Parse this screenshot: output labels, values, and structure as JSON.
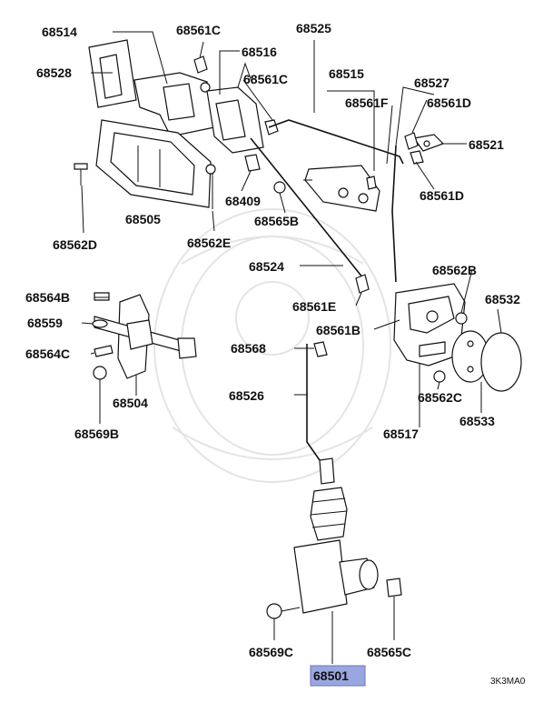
{
  "labels": {
    "p68514": "68514",
    "p68528": "68528",
    "p68561C_a": "68561C",
    "p68516": "68516",
    "p68561C_b": "68561C",
    "p68525": "68525",
    "p68515": "68515",
    "p68527": "68527",
    "p68561F": "68561F",
    "p68561D_a": "68561D",
    "p68521": "68521",
    "p68561D_b": "68561D",
    "p68505": "68505",
    "p68409": "68409",
    "p68565B": "68565B",
    "p68562D": "68562D",
    "p68562E": "68562E",
    "p68524": "68524",
    "p68562B": "68562B",
    "p68532": "68532",
    "p68564B": "68564B",
    "p68559": "68559",
    "p68564C": "68564C",
    "p68561E": "68561E",
    "p68561B": "68561B",
    "p68568": "68568",
    "p68504": "68504",
    "p68526": "68526",
    "p68562C": "68562C",
    "p68533": "68533",
    "p68569B": "68569B",
    "p68517": "68517",
    "p68569C": "68569C",
    "p68565C": "68565C",
    "p68501": "68501"
  },
  "highlight": {
    "part": "68501",
    "color": "#9aa6e0"
  },
  "diagram_code": "3K3MA0"
}
